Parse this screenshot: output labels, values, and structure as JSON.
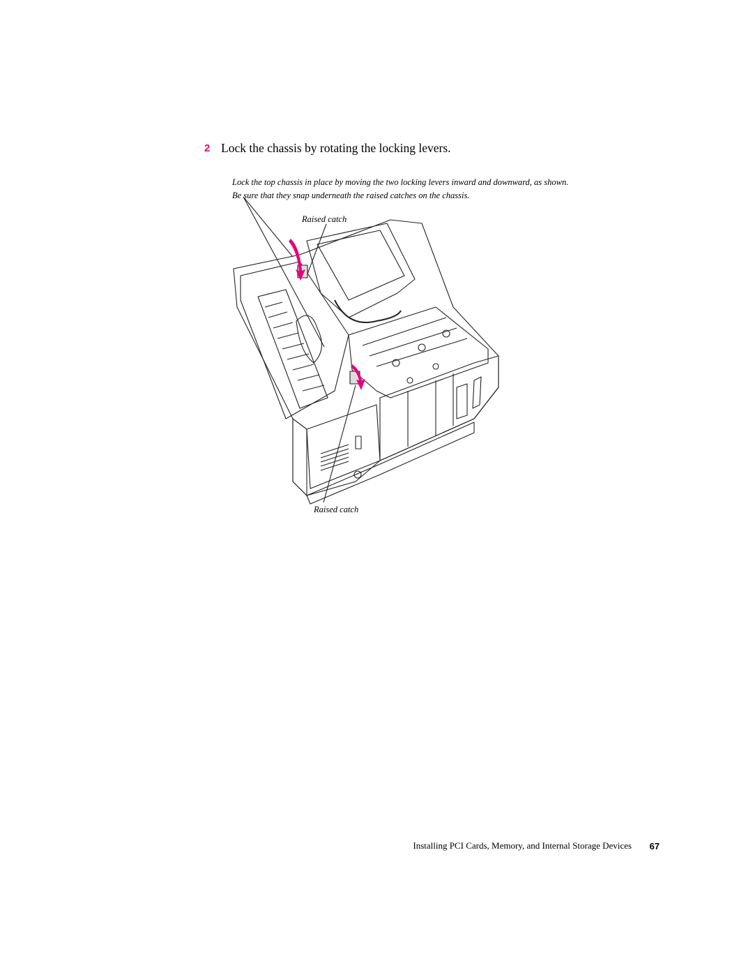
{
  "step": {
    "number": "2",
    "number_color": "#e6007e",
    "title": "Lock the chassis by rotating the locking levers.",
    "body_lines": [
      "Lock the top chassis in place by moving the two locking levers inward and downward, as shown.",
      "Be sure that they snap underneath the raised catches on the chassis."
    ]
  },
  "figure": {
    "callout_top": "Raised catch",
    "callout_bottom": "Raised catch",
    "arrow_color": "#e6007e"
  },
  "footer": {
    "running_title": "Installing PCI Cards, Memory, and Internal Storage Devices",
    "page_number": "67"
  }
}
